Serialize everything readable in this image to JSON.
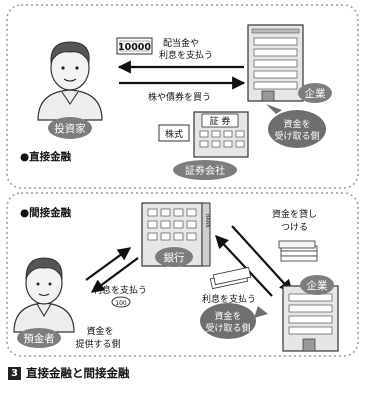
{
  "direct": {
    "heading": "●直接金融",
    "investor": "投資家",
    "company": "企業",
    "securities_company": "証券会社",
    "securities_sign": "証 券",
    "dividend_line1": "配当金や",
    "dividend_line2": "利息を支払う",
    "buy_stocks_bonds": "株や債券を買う",
    "stock_cert": "株式",
    "bill": "10000",
    "receiver_line1": "資金を",
    "receiver_line2": "受け取る側"
  },
  "indirect": {
    "heading": "●間接金融",
    "bank": "銀行",
    "bank_sign": "BANK",
    "depositor": "預金者",
    "company": "企業",
    "lend_line1": "資金を貸し",
    "lend_line2": "つける",
    "pay_interest_to_depositor": "利息を支払う",
    "pay_interest_to_bank": "利息を支払う",
    "coin": "100",
    "provider_line1": "資金を",
    "provider_line2": "提供する側",
    "receiver_line1": "資金を",
    "receiver_line2": "受け取る側"
  },
  "caption": {
    "number": "3",
    "text": "直接金融と間接金融"
  },
  "colors": {
    "panel_border": "#9a9a9a",
    "label_bubble": "#7d7d7d",
    "receiver_bubble": "#6f6f6f",
    "building": "#e6e6e6",
    "skin": "#f3f3f3",
    "arrow": "#111111"
  }
}
